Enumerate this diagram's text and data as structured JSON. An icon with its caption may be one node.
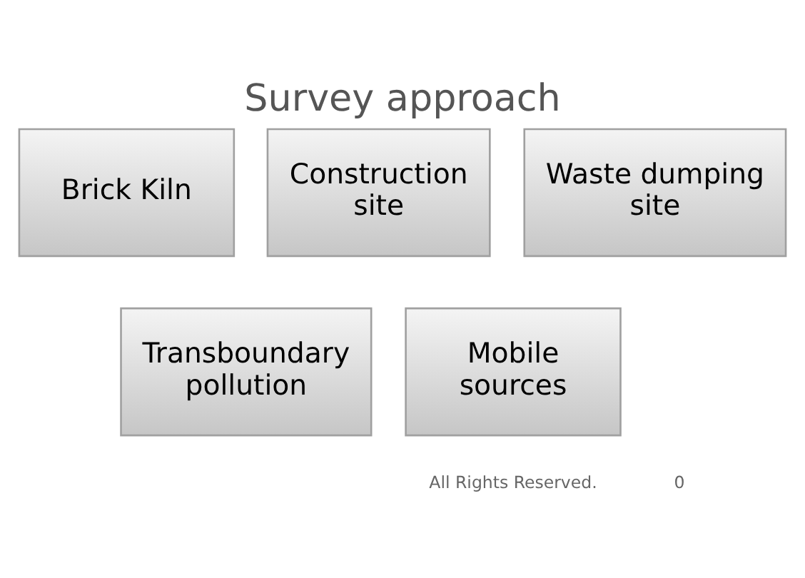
{
  "diagram": {
    "title": "Survey approach",
    "nodes": [
      {
        "text": [
          "Brick Kiln"
        ]
      },
      {
        "text": [
          "Construction site"
        ]
      },
      {
        "text": [
          "Waste dumping site"
        ]
      },
      {
        "text": [
          "Transboundary pollution"
        ]
      },
      {
        "text": [
          "Mobile sources"
        ]
      }
    ],
    "labels": [
      "All Rights Reserved.",
      "0"
    ]
  }
}
